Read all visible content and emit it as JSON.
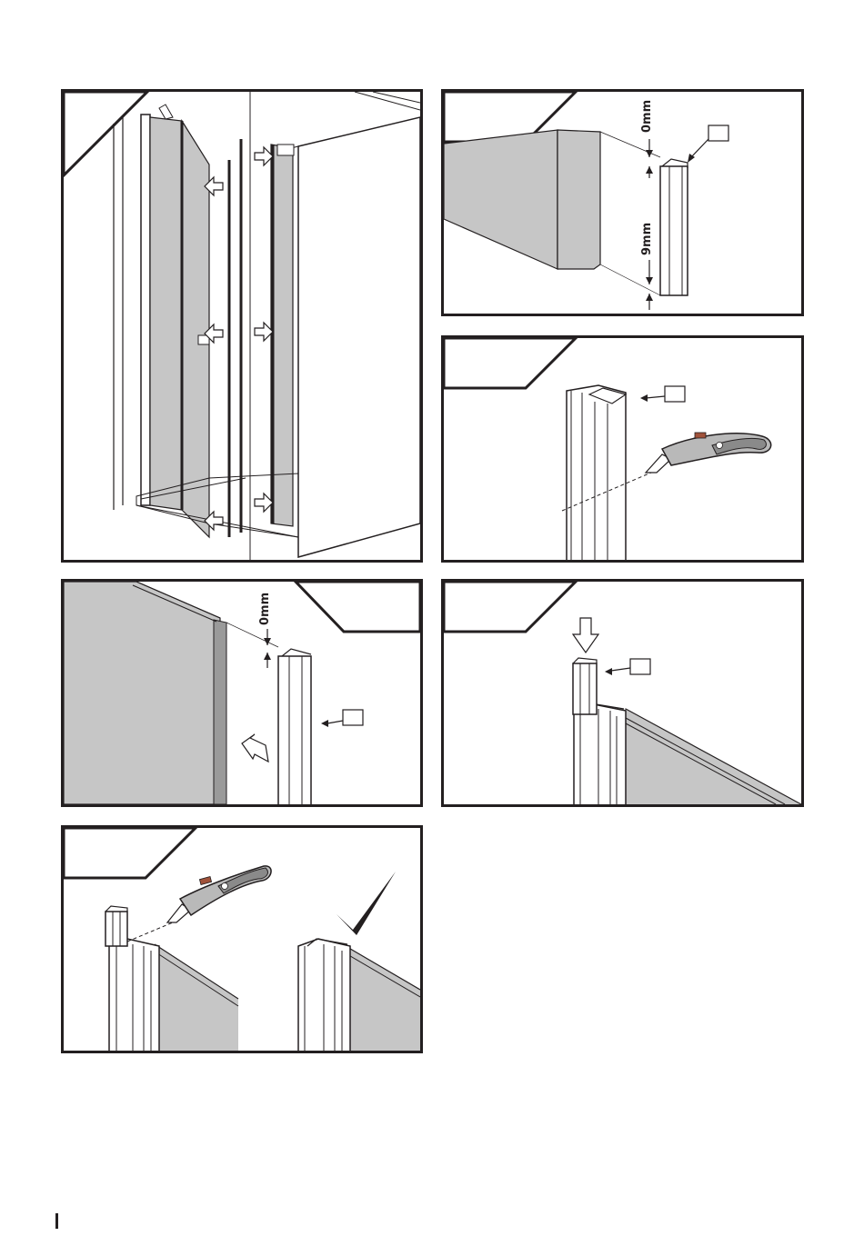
{
  "colors": {
    "line": "#231f20",
    "glass": "#c6c6c6",
    "glass_dark": "#9a9a9a",
    "knife_body": "#b9b9b9",
    "knife_grip": "#8a8a8a",
    "knife_accent": "#a0523a"
  },
  "panels": [
    {
      "id": "door-overview",
      "icons": [
        "arrow-out-icon",
        "arrow-in-icon"
      ]
    },
    {
      "id": "seal-measure",
      "dims": [
        "0mm",
        "9mm"
      ]
    },
    {
      "id": "seal-cut",
      "icons": [
        "utility-knife-icon"
      ]
    },
    {
      "id": "seal-fit-side",
      "dims": [
        "0mm"
      ],
      "icons": [
        "arrow-left-icon"
      ]
    },
    {
      "id": "seal-fit-top",
      "icons": [
        "arrow-down-icon"
      ]
    },
    {
      "id": "seal-trim-check",
      "icons": [
        "utility-knife-icon",
        "checkmark-icon"
      ]
    }
  ]
}
